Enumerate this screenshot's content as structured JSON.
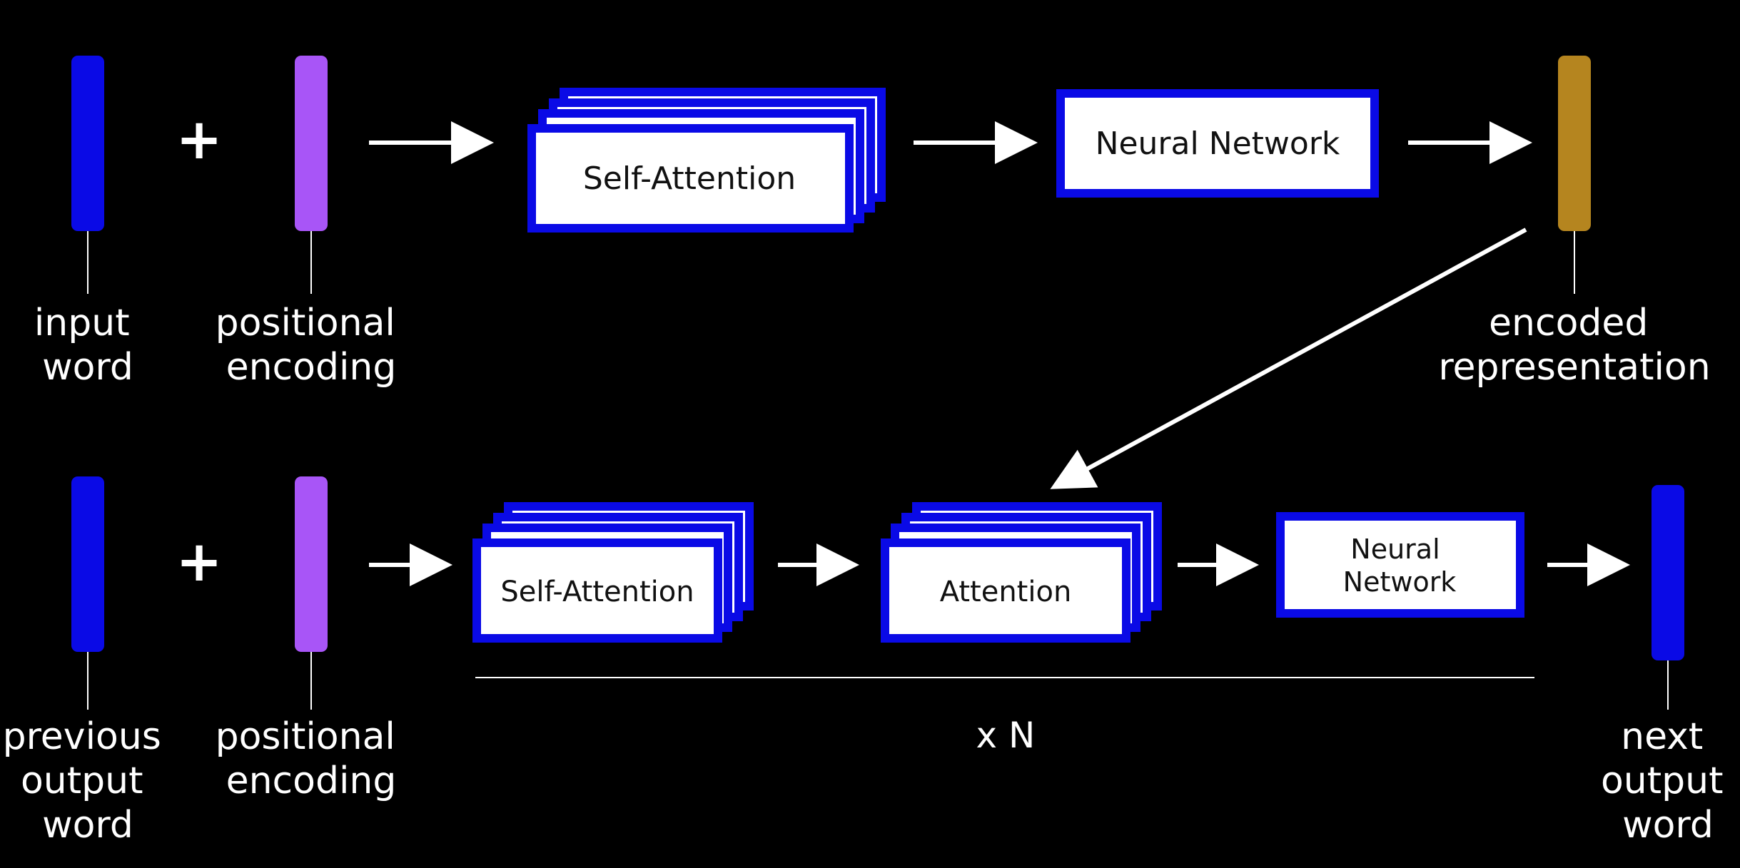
{
  "colors": {
    "background": "#000000",
    "word_vector": "#0a0ae6",
    "positional_vector": "#a855f7",
    "encoded_vector": "#b5851f",
    "box_border": "#0a0ae6",
    "box_fill": "#ffffff",
    "line": "#ffffff"
  },
  "encoder": {
    "input_word_label": [
      "input",
      "word"
    ],
    "plus_symbol": "+",
    "positional_label": [
      "positional",
      "encoding"
    ],
    "self_attention_label": "Self-Attention",
    "neural_network_label": "Neural Network",
    "encoded_label": [
      "encoded",
      "representation"
    ]
  },
  "decoder": {
    "previous_word_label": [
      "previous",
      "output",
      "word"
    ],
    "plus_symbol": "+",
    "positional_label": [
      "positional",
      "encoding"
    ],
    "self_attention_label": "Self-Attention",
    "attention_label": "Attention",
    "neural_network_label": [
      "Neural",
      "Network"
    ],
    "next_word_label": [
      "next",
      "output",
      "word"
    ],
    "repeat_label": "x N"
  }
}
